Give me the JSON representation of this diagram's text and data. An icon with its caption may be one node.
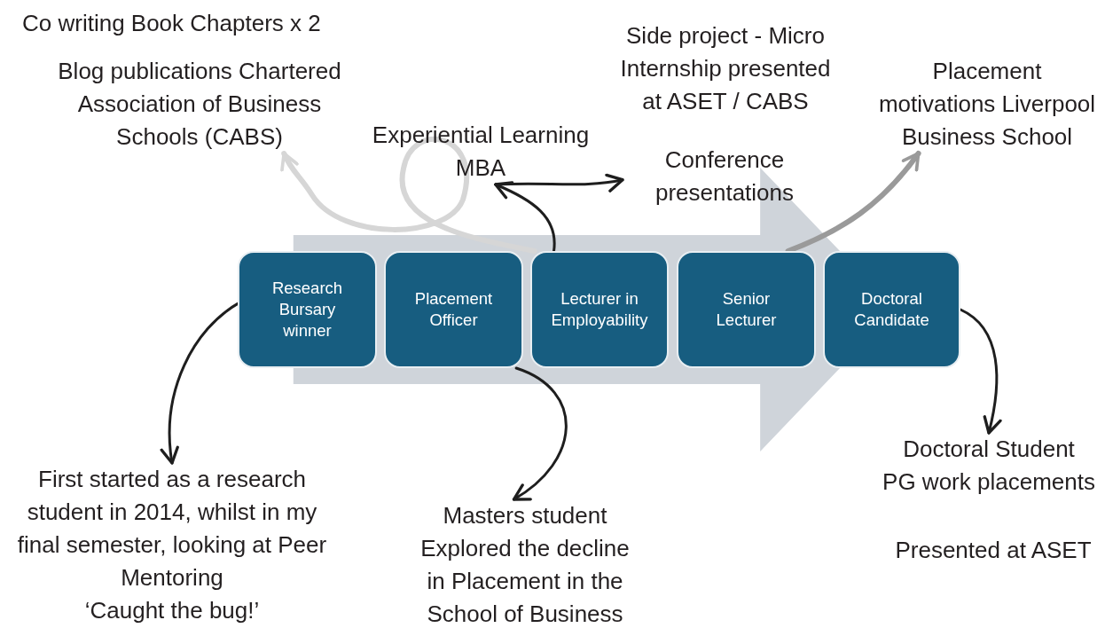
{
  "diagram": {
    "nodes": [
      {
        "text": [
          "Research Bursary winner"
        ]
      },
      {
        "text": [
          "Placement Officer"
        ]
      },
      {
        "text": [
          "Lecturer in Employability"
        ]
      },
      {
        "text": [
          "Senior Lecturer"
        ]
      },
      {
        "text": [
          "Doctoral Candidate"
        ]
      },
      {
        "text": [
          "Blog publications Chartered Association of Business Schools (CABS)"
        ]
      },
      {
        "text": [
          "Experiential Learning MBA"
        ]
      },
      {
        "text": [
          "Side project - Micro Internship presented at ASET / CABS"
        ]
      },
      {
        "text": [
          "Conference presentations"
        ]
      },
      {
        "text": [
          "Placement motivations Liverpool Business School"
        ]
      },
      {
        "text": [
          "First started as a research student in 2014, whilst in my final semester, looking at Peer Mentoring",
          "‘Caught the bug!’"
        ]
      },
      {
        "text": [
          "Masters student",
          "Explored the decline in Placement in the School of Business"
        ]
      },
      {
        "text": [
          "Doctoral Student",
          "PG work placements"
        ]
      }
    ],
    "edges": [
      {
        "from": 2,
        "to": 5,
        "arrow": "to",
        "style": "thick",
        "color": "#d6d6d6"
      },
      {
        "from": 2,
        "to": 6,
        "arrow": "to"
      },
      {
        "from": 6,
        "to": 8,
        "arrow": "to"
      },
      {
        "from": 3,
        "to": 9,
        "arrow": "to",
        "style": "thick",
        "color": "#9a9a9a"
      },
      {
        "from": 0,
        "to": 10,
        "arrow": "to"
      },
      {
        "from": 1,
        "to": 11,
        "arrow": "to"
      },
      {
        "from": 4,
        "to": 12,
        "arrow": "to"
      },
      {
        "from": 0,
        "to": 4,
        "arrow": "to",
        "style": "thick",
        "color": "#cfd4da"
      }
    ],
    "labels": [
      "Co writing Book Chapters x 2",
      "Presented at ASET"
    ]
  }
}
